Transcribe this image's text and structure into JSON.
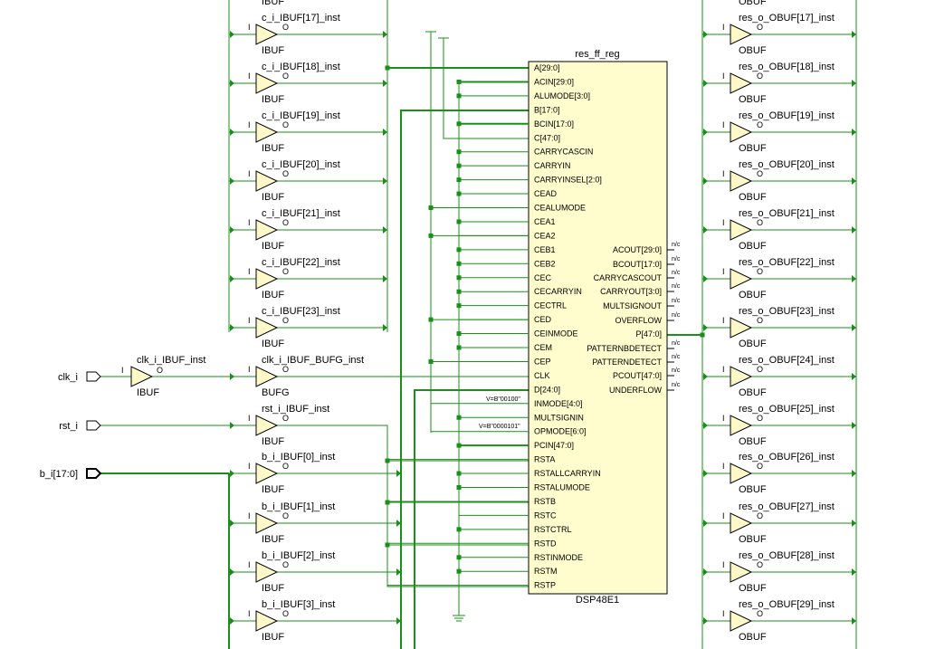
{
  "left_column": [
    {
      "inst": "c_i_IBUF[17]_inst",
      "cell": "IBUF"
    },
    {
      "inst": "c_i_IBUF[18]_inst",
      "cell": "IBUF"
    },
    {
      "inst": "c_i_IBUF[19]_inst",
      "cell": "IBUF"
    },
    {
      "inst": "c_i_IBUF[20]_inst",
      "cell": "IBUF"
    },
    {
      "inst": "c_i_IBUF[21]_inst",
      "cell": "IBUF"
    },
    {
      "inst": "c_i_IBUF[22]_inst",
      "cell": "IBUF"
    },
    {
      "inst": "c_i_IBUF[23]_inst",
      "cell": "IBUF"
    },
    {
      "inst": "clk_i_IBUF_BUFG_inst",
      "cell": "BUFG"
    },
    {
      "inst": "rst_i_IBUF_inst",
      "cell": "IBUF"
    },
    {
      "inst": "b_i_IBUF[0]_inst",
      "cell": "IBUF"
    },
    {
      "inst": "b_i_IBUF[1]_inst",
      "cell": "IBUF"
    },
    {
      "inst": "b_i_IBUF[2]_inst",
      "cell": "IBUF"
    },
    {
      "inst": "b_i_IBUF[3]_inst",
      "cell": "IBUF"
    }
  ],
  "right_column": [
    {
      "inst": "res_o_OBUF[17]_inst",
      "cell": "OBUF"
    },
    {
      "inst": "res_o_OBUF[18]_inst",
      "cell": "OBUF"
    },
    {
      "inst": "res_o_OBUF[19]_inst",
      "cell": "OBUF"
    },
    {
      "inst": "res_o_OBUF[20]_inst",
      "cell": "OBUF"
    },
    {
      "inst": "res_o_OBUF[21]_inst",
      "cell": "OBUF"
    },
    {
      "inst": "res_o_OBUF[22]_inst",
      "cell": "OBUF"
    },
    {
      "inst": "res_o_OBUF[23]_inst",
      "cell": "OBUF"
    },
    {
      "inst": "res_o_OBUF[24]_inst",
      "cell": "OBUF"
    },
    {
      "inst": "res_o_OBUF[25]_inst",
      "cell": "OBUF"
    },
    {
      "inst": "res_o_OBUF[26]_inst",
      "cell": "OBUF"
    },
    {
      "inst": "res_o_OBUF[27]_inst",
      "cell": "OBUF"
    },
    {
      "inst": "res_o_OBUF[28]_inst",
      "cell": "OBUF"
    },
    {
      "inst": "res_o_OBUF[29]_inst",
      "cell": "OBUF"
    }
  ],
  "top_partial_cells": [
    "IBUF",
    "OBUF"
  ],
  "clk_ibuf": {
    "inst": "clk_i_IBUF_inst",
    "cell": "IBUF"
  },
  "pin_letters": {
    "input": "I",
    "output": "O"
  },
  "ports": {
    "clk": "clk_i",
    "rst": "rst_i",
    "b": "b_i[17:0]"
  },
  "dsp": {
    "name": "res_ff_reg",
    "type": "DSP48E1",
    "inputs": [
      "A[29:0]",
      "ACIN[29:0]",
      "ALUMODE[3:0]",
      "B[17:0]",
      "BCIN[17:0]",
      "C[47:0]",
      "CARRYCASCIN",
      "CARRYIN",
      "CARRYINSEL[2:0]",
      "CEAD",
      "CEALUMODE",
      "CEA1",
      "CEA2",
      "CEB1",
      "CEB2",
      "CEC",
      "CECARRYIN",
      "CECTRL",
      "CED",
      "CEINMODE",
      "CEM",
      "CEP",
      "CLK",
      "D[24:0]",
      "INMODE[4:0]",
      "MULTSIGNIN",
      "OPMODE[6:0]",
      "PCIN[47:0]",
      "RSTA",
      "RSTALLCARRYIN",
      "RSTALUMODE",
      "RSTB",
      "RSTC",
      "RSTCTRL",
      "RSTD",
      "RSTINMODE",
      "RSTM",
      "RSTP"
    ],
    "outputs": [
      "ACOUT[29:0]",
      "BCOUT[17:0]",
      "CARRYCASCOUT",
      "CARRYOUT[3:0]",
      "MULTSIGNOUT",
      "OVERFLOW",
      "P[47:0]",
      "PATTERNBDETECT",
      "PATTERNDETECT",
      "PCOUT[47:0]",
      "UNDERFLOW"
    ],
    "nc_label": "n/c",
    "inmode_const": "V=B\"00100\"",
    "opmode_const": "V=B\"0000101\""
  },
  "colors": {
    "wire": "#1a8f1a",
    "buffer_fill": "#fff9c9",
    "block_fill": "#fffccd"
  }
}
